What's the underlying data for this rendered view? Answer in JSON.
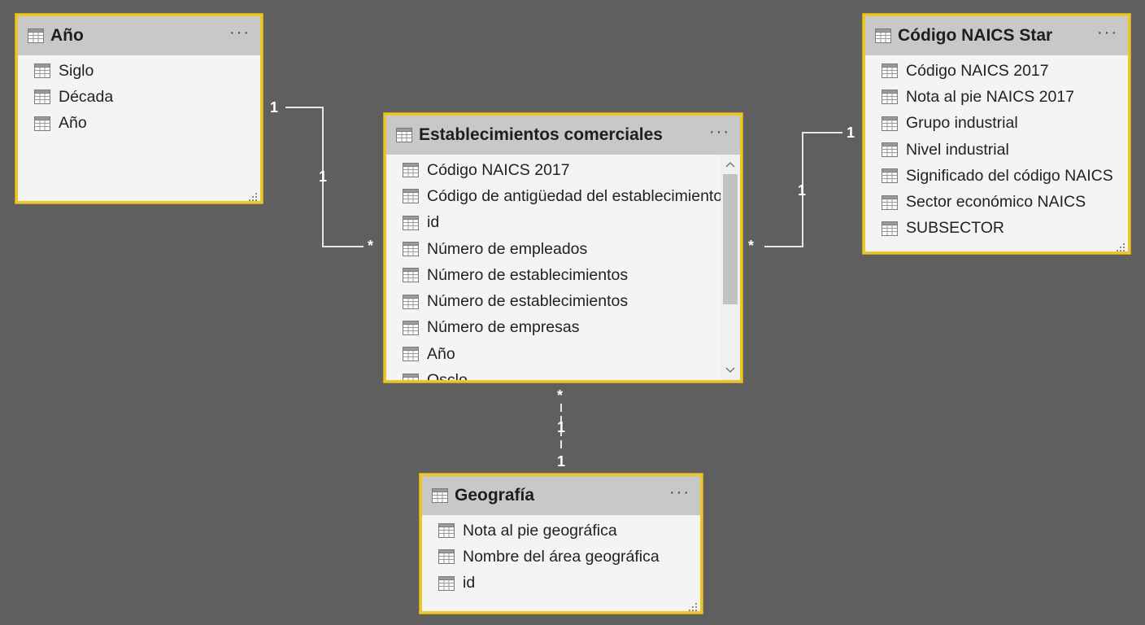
{
  "tables": {
    "anio": {
      "title": "Año",
      "fields": [
        "Siglo",
        "Década",
        "Año"
      ]
    },
    "establecimientos": {
      "title": "Establecimientos comerciales",
      "fields": [
        "Código NAICS 2017",
        "Código de antigüedad del establecimiento",
        "id",
        "Número de empleados",
        "Número de establecimientos",
        "Número de establecimientos",
        "Número de empresas",
        "Año",
        "Osclo"
      ]
    },
    "naics": {
      "title": "Código NAICS Star",
      "fields": [
        "Código NAICS 2017",
        "Nota al pie NAICS 2017",
        "Grupo industrial",
        "Nivel industrial",
        "Significado del código NAICS",
        "Sector económico NAICS",
        "SUBSECTOR"
      ]
    },
    "geografia": {
      "title": "Geografía",
      "fields": [
        "Nota al pie geográfica",
        "Nombre del área geográfica",
        "id"
      ]
    }
  },
  "relationships": {
    "anio_to_establecimientos": {
      "from_cardinality": "1",
      "mid_label": "1",
      "to_cardinality": "*"
    },
    "naics_to_establecimientos": {
      "from_cardinality": "1",
      "mid_label": "1",
      "to_cardinality": "*"
    },
    "geografia_to_establecimientos": {
      "from_cardinality": "1",
      "mid_label": "1",
      "to_cardinality": "*"
    }
  },
  "more_menu_glyph": "···",
  "icons": {
    "table": "table-icon",
    "more": "more-options-icon",
    "resize": "resize-grip-icon"
  },
  "colors": {
    "background": "#5f5f5f",
    "selection_border": "#e8c62c",
    "header": "#c8c8c8",
    "body": "#f4f4f4",
    "link": "#e6e6e6"
  }
}
